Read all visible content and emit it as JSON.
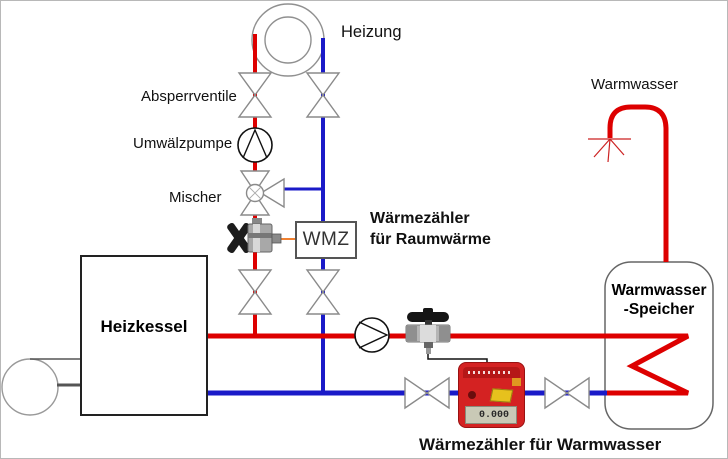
{
  "labels": {
    "heizung": "Heizung",
    "absperrventile": "Absperrventile",
    "umwaelzpumpe": "Umwälzpumpe",
    "mischer": "Mischer",
    "wmz": "WMZ",
    "heat_meter_room_line1": "Wärmezähler",
    "heat_meter_room_line2": "für Raumwärme",
    "heizkessel": "Heizkessel",
    "warmwasser": "Warmwasser",
    "speicher_line1": "Warmwasser",
    "speicher_line2": "-Speicher",
    "heat_meter_dhw": "Wärmezähler für Warmwasser"
  },
  "meter": {
    "display_value": "0.000"
  },
  "colors": {
    "hot_pipe": "#dd0000",
    "cold_pipe": "#1a1ac8",
    "signal_wire": "#f08030",
    "meter_body": "#d42222",
    "outline_gray": "#8a8a8a"
  }
}
